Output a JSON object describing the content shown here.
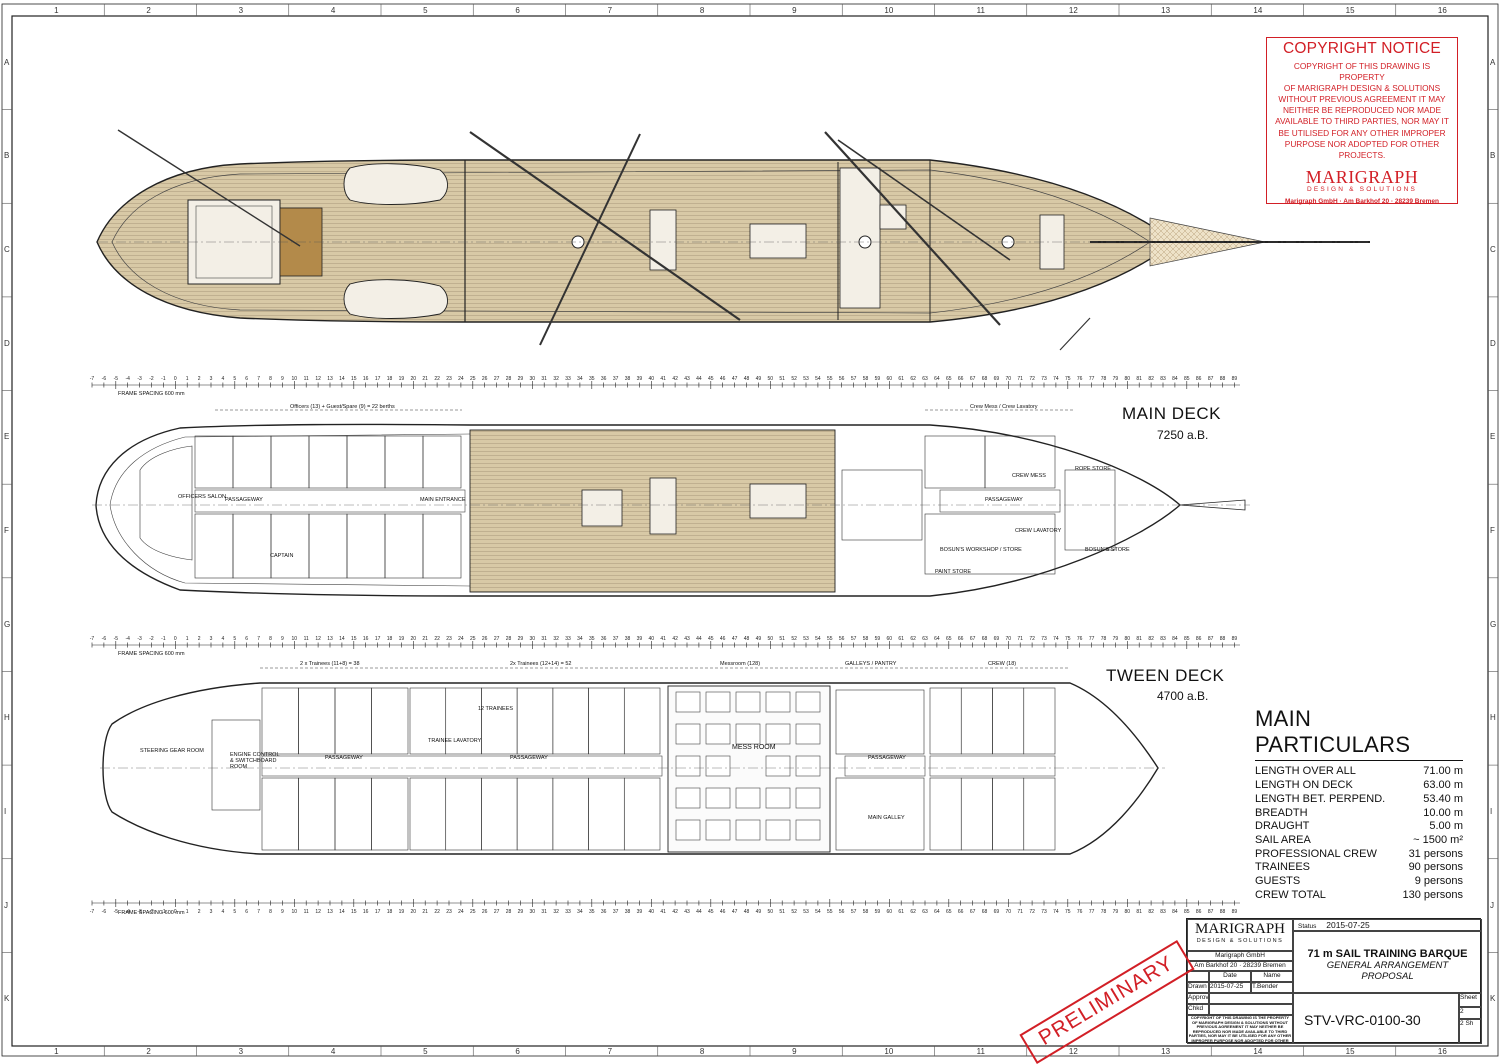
{
  "grid": {
    "columns": [
      "1",
      "2",
      "3",
      "4",
      "5",
      "6",
      "7",
      "8",
      "9",
      "10",
      "11",
      "12",
      "13",
      "14",
      "15",
      "16"
    ],
    "rows": [
      "A",
      "B",
      "C",
      "D",
      "E",
      "F",
      "G",
      "H",
      "I",
      "J",
      "K"
    ]
  },
  "copyright": {
    "title": "COPYRIGHT NOTICE",
    "lines": [
      "COPYRIGHT OF THIS DRAWING IS PROPERTY",
      "OF MARIGRAPH DESIGN & SOLUTIONS",
      "WITHOUT PREVIOUS AGREEMENT IT MAY",
      "NEITHER BE REPRODUCED NOR MADE",
      "AVAILABLE TO THIRD PARTIES, NOR MAY IT",
      "BE UTILISED FOR ANY OTHER IMPROPER",
      "PURPOSE NOR ADOPTED FOR OTHER",
      "PROJECTS."
    ],
    "brand": "MARIGRAPH",
    "brand_sub": "DESIGN & SOLUTIONS",
    "address": "Marigraph GmbH · Am Barkhof 20 · 28239 Bremen"
  },
  "main_deck": {
    "title": "MAIN DECK",
    "level": "7250 a.B.",
    "frame_spacing": "FRAME SPACING 600 mm",
    "zone_officers": "Officers (13) + Guest/Spare (9) = 22 berths",
    "zone_crew_mess": "Crew Mess / Crew Lavatory",
    "labels": {
      "passageway_aft": "PASSAGEWAY",
      "passageway_fwd": "PASSAGEWAY",
      "main_entrance": "MAIN ENTRANCE",
      "captain": "CAPTAIN",
      "officers_salon": "OFFICERS SALON",
      "bosuns_workshop": "BOSUN'S WORKSHOP / STORE",
      "bosuns_store": "BOSUN'S STORE",
      "paint_store": "PAINT STORE",
      "crew_lavatory": "CREW LAVATORY",
      "rope_store": "ROPE STORE",
      "crew_mess": "CREW MESS"
    }
  },
  "tween_deck": {
    "title": "TWEEN DECK",
    "level": "4700 a.B.",
    "frame_spacing": "FRAME SPACING 600 mm",
    "zone_trainees_aft": "2 x Trainees (11+8) = 38",
    "zone_trainees_mid": "2x Trainees (12+14) = 52",
    "zone_messroom": "Messroom (128)",
    "zone_galleys": "GALLEYS / PANTRY",
    "zone_crew": "CREW (18)",
    "labels": {
      "mess_room": "MESS ROOM",
      "passageway_1": "PASSAGEWAY",
      "passageway_2": "PASSAGEWAY",
      "passageway_3": "PASSAGEWAY",
      "main_galley": "MAIN GALLEY",
      "steering_gear": "STEERING GEAR ROOM",
      "engine_control": "ENGINE CONTROL & SWITCHBOARD ROOM",
      "trainee_lavatory": "TRAINEE LAVATORY",
      "trainees_12": "12 TRAINEES"
    }
  },
  "particulars": {
    "title": "MAIN PARTICULARS",
    "rows": [
      {
        "label": "LENGTH OVER ALL",
        "value": "71.00 m"
      },
      {
        "label": "LENGTH ON DECK",
        "value": "63.00 m"
      },
      {
        "label": "LENGTH BET. PERPEND.",
        "value": "53.40 m"
      },
      {
        "label": "BREADTH",
        "value": "10.00 m"
      },
      {
        "label": "DRAUGHT",
        "value": "5.00 m"
      },
      {
        "label": "SAIL AREA",
        "value": "~ 1500 m²"
      },
      {
        "label": "PROFESSIONAL CREW",
        "value": "31 persons"
      },
      {
        "label": "TRAINEES",
        "value": "90 persons"
      },
      {
        "label": "GUESTS",
        "value": "9 persons"
      },
      {
        "label": "CREW TOTAL",
        "value": "130 persons"
      }
    ]
  },
  "title_block": {
    "brand": "MARIGRAPH",
    "brand_sub": "DESIGN & SOLUTIONS",
    "company": "Marigraph GmbH",
    "street": "Am Barkhof 20 · 28239 Bremen",
    "status_label": "Status",
    "status_date": "2015-07-25",
    "title": "71 m SAIL TRAINING BARQUE",
    "subtitle": "GENERAL ARRANGEMENT",
    "subtitle2": "PROPOSAL",
    "col_date": "Date",
    "col_name": "Name",
    "drawn_label": "Drawn",
    "drawn_date": "2015-07-25",
    "drawn_name": "T.Bender",
    "approv_label": "Approv",
    "chkd_label": "Chkd",
    "notice": "COPYRIGHT OF THIS DRAWING IS THE PROPERTY OF MARIGRAPH DESIGN & SOLUTIONS WITHOUT PREVIOUS AGREEMENT IT MAY NEITHER BE REPRODUCED NOR MADE AVAILABLE TO THIRD PARTIES, NOR MAY IT BE UTILISED FOR ANY OTHER IMPROPER PURPOSE NOR ADOPTED FOR OTHER PROJECTS.",
    "drawing_no": "STV-VRC-0100-30",
    "sheet_label": "Sheet",
    "sheet_no": "2",
    "sheets_total": "2",
    "sheets_suffix": "Sh"
  },
  "stamp": "PRELIMINARY",
  "colors": {
    "deck_wood": "#d6c6a3",
    "deck_wood_dark": "#b38a4a",
    "line": "#2a2a2a",
    "red": "#d21f26"
  }
}
